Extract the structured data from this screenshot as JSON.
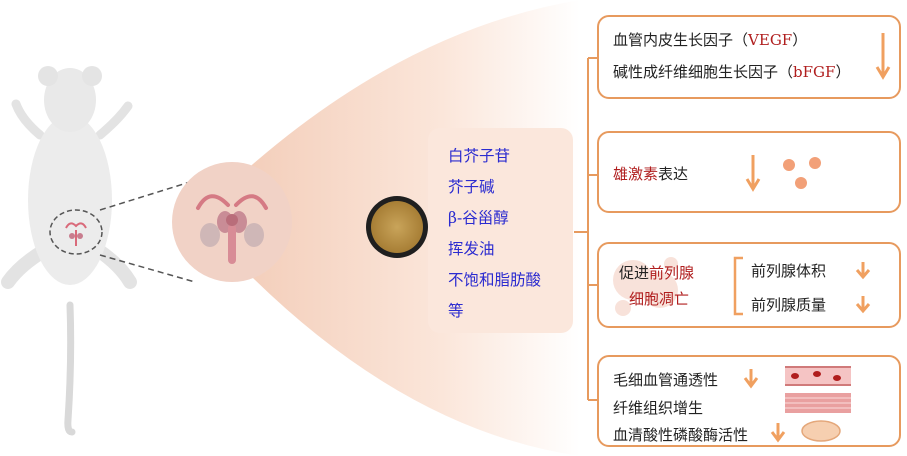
{
  "components": {
    "item1": "白芥子苷",
    "item2": "芥子碱",
    "item3": "β-谷甾醇",
    "item4": "挥发油",
    "item5": "不饱和脂肪酸",
    "item6": "等"
  },
  "box1": {
    "line1_main": "血管内皮生长因子",
    "line1_paren_open": "（",
    "line1_abbr": "VEGF",
    "line1_paren_close": "）",
    "line2_main": "碱性成纤维细胞生长因子",
    "line2_paren_open": "（",
    "line2_abbr": "bFGF",
    "line2_paren_close": "）"
  },
  "box2": {
    "red_text": "雄激素",
    "text": "表达"
  },
  "box3": {
    "line1_a": "促进",
    "line1_b": "前列腺",
    "line2": "细胞凋亡",
    "item1": "前列腺体积",
    "item2": "前列腺质量"
  },
  "box4": {
    "item1": "毛细血管通透性",
    "item2": "纤维组织增生",
    "item3": "血清酸性磷酸酶活性"
  },
  "colors": {
    "accent": "#e79a5e",
    "arrow": "#f0a060",
    "component_text": "#2b2bd0",
    "red": "#b01e1e",
    "panel": "#fbe7dc"
  }
}
